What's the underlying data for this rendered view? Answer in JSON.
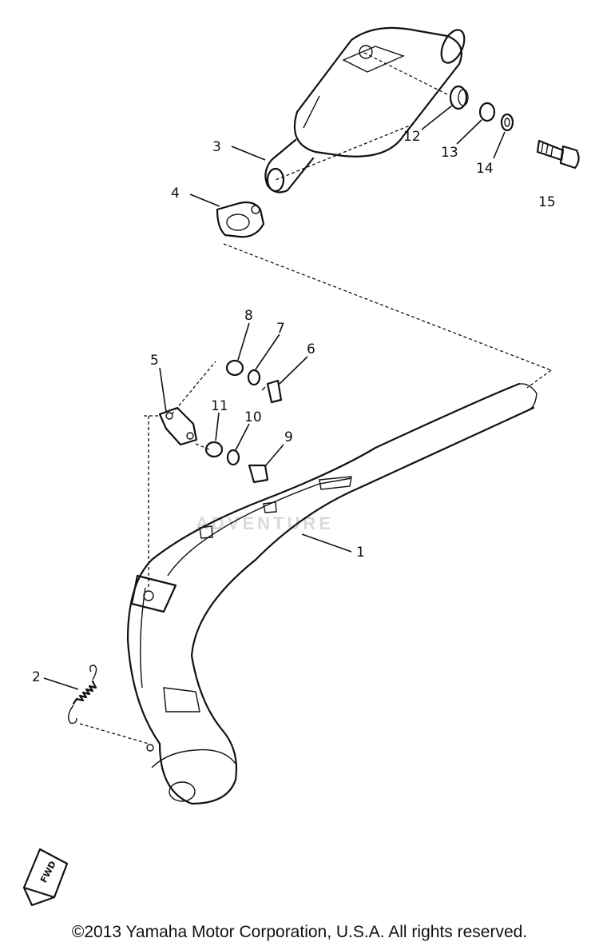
{
  "diagram": {
    "callouts": {
      "p1": "1",
      "p2": "2",
      "p3": "3",
      "p4": "4",
      "p5": "5",
      "p6": "6",
      "p7": "7",
      "p8": "8",
      "p9": "9",
      "p10": "10",
      "p11": "11",
      "p12": "12",
      "p13": "13",
      "p14": "14",
      "p15": "15"
    },
    "fwd_label": "FWD",
    "watermark": "ADVENTURE"
  },
  "footer": {
    "copyright": "©2013 Yamaha Motor Corporation, U.S.A. All rights reserved."
  }
}
